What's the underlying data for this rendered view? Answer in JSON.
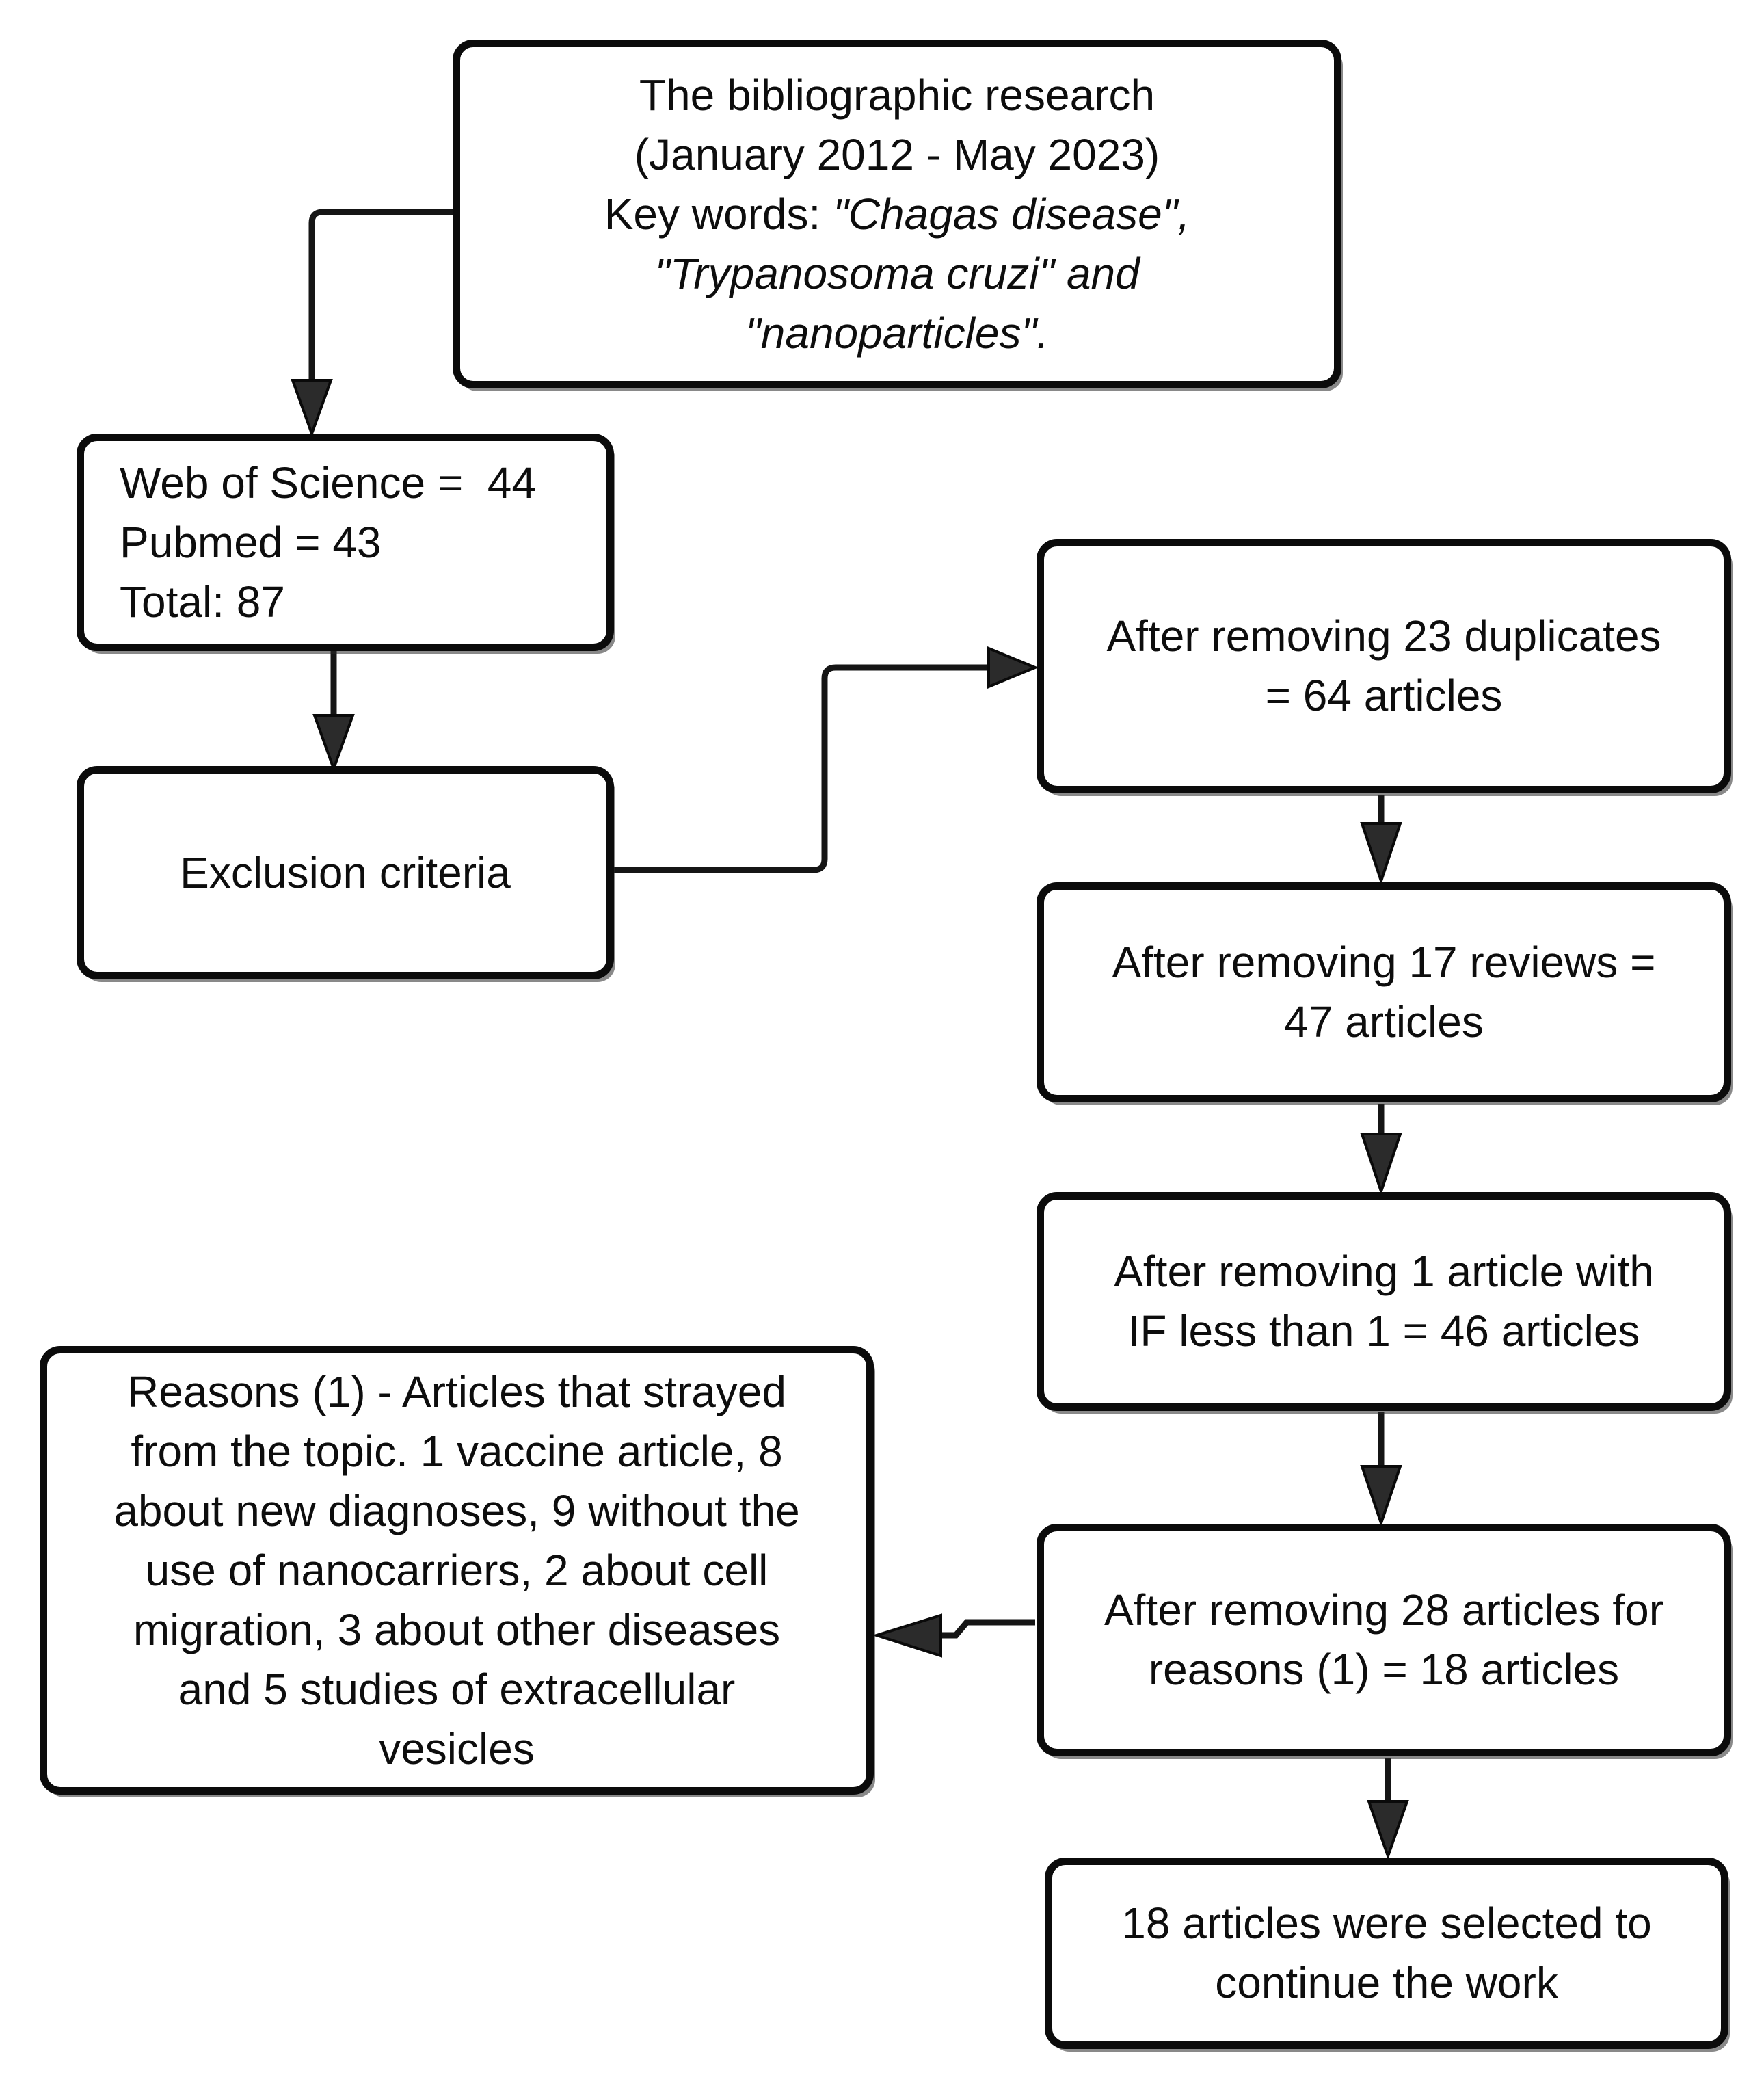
{
  "figure": {
    "background": "#ffffff",
    "line_color": "#151515",
    "border_color": "#0b0b0b",
    "boxes": {
      "bibliographic": {
        "line1": "The bibliographic research",
        "line2": "(January 2012 - May 2023)",
        "keywords_prefix": "Key words: ",
        "keyword1": "\"Chagas disease\",",
        "keyword2": "\"Trypanosoma cruzi\" and",
        "keyword3": "\"nanoparticles\"."
      },
      "sources": {
        "text": "Web of Science =  44\nPubmed = 43\nTotal: 87"
      },
      "exclusion": {
        "label": "Exclusion criteria"
      },
      "duplicates": {
        "text": "After removing 23 duplicates\n= 64 articles"
      },
      "reviews": {
        "text": "After removing 17 reviews =\n47 articles"
      },
      "impact_factor": {
        "text": "After removing 1 article with\nIF less than 1 = 46 articles"
      },
      "reasons": {
        "text": "Reasons (1) - Articles that strayed\nfrom the topic. 1 vaccine article, 8\nabout new diagnoses, 9 without the\nuse of nanocarriers, 2 about cell\nmigration, 3 about other diseases\nand 5 studies of extracellular\nvesicles"
      },
      "removed_28": {
        "text": "After removing 28 articles for\nreasons (1) = 18 articles"
      },
      "selected": {
        "text": "18 articles were selected to\ncontinue the work"
      }
    }
  }
}
